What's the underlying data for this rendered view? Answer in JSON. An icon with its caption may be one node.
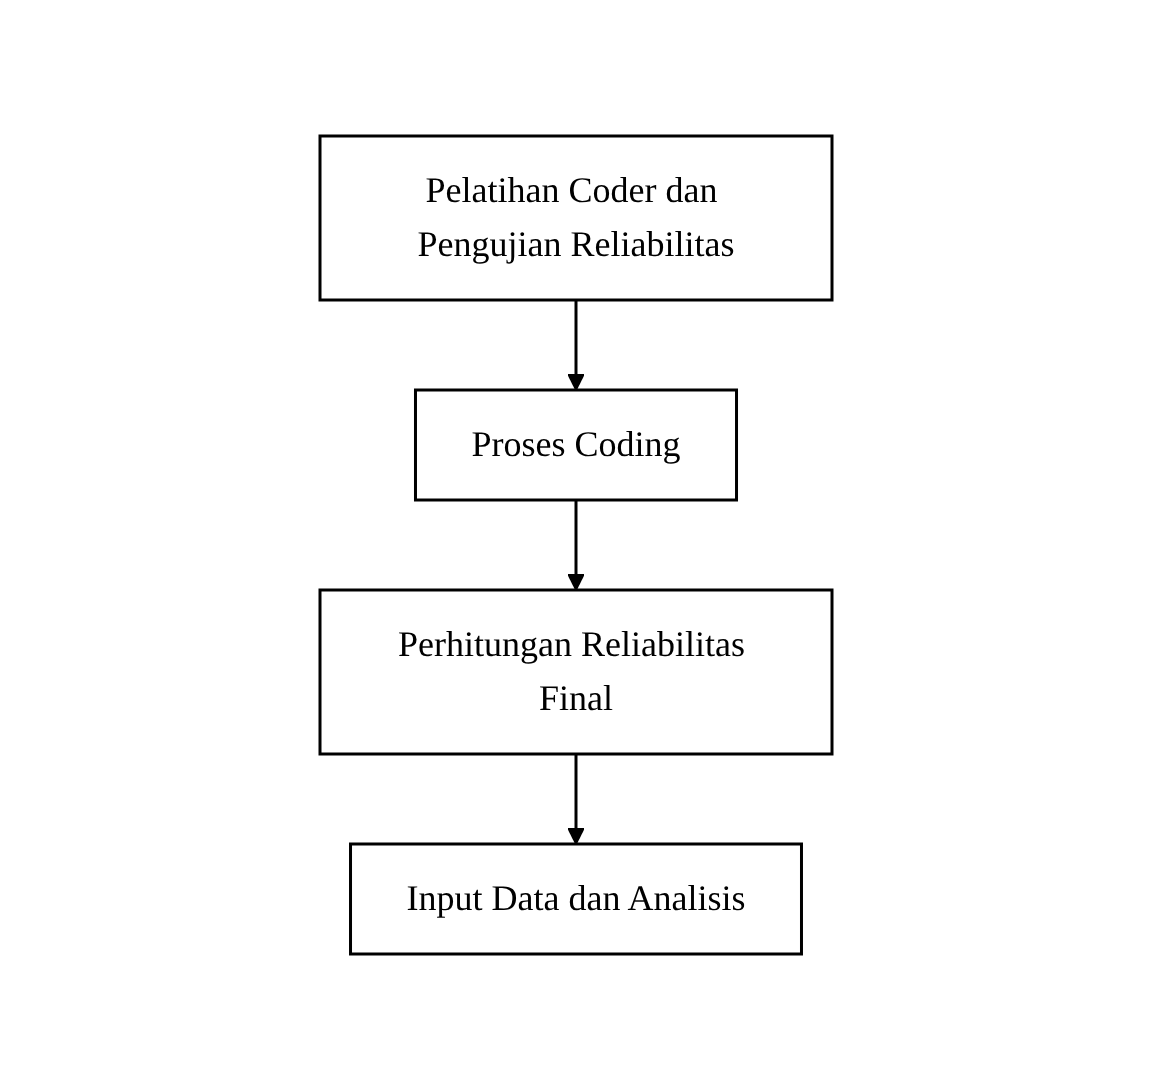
{
  "diagram": {
    "nodes": [
      {
        "text": [
          "Pelatihan Coder dan Pengujian Reliabilitas"
        ]
      },
      {
        "text": [
          "Proses Coding"
        ]
      },
      {
        "text": [
          "Perhitungan Reliabilitas Final"
        ]
      },
      {
        "text": [
          "Input Data dan Analisis"
        ]
      }
    ],
    "edges": [
      {
        "from": 0,
        "to": 1,
        "arrow": "to"
      },
      {
        "from": 1,
        "to": 2,
        "arrow": "to"
      },
      {
        "from": 2,
        "to": 3,
        "arrow": "to"
      }
    ]
  }
}
